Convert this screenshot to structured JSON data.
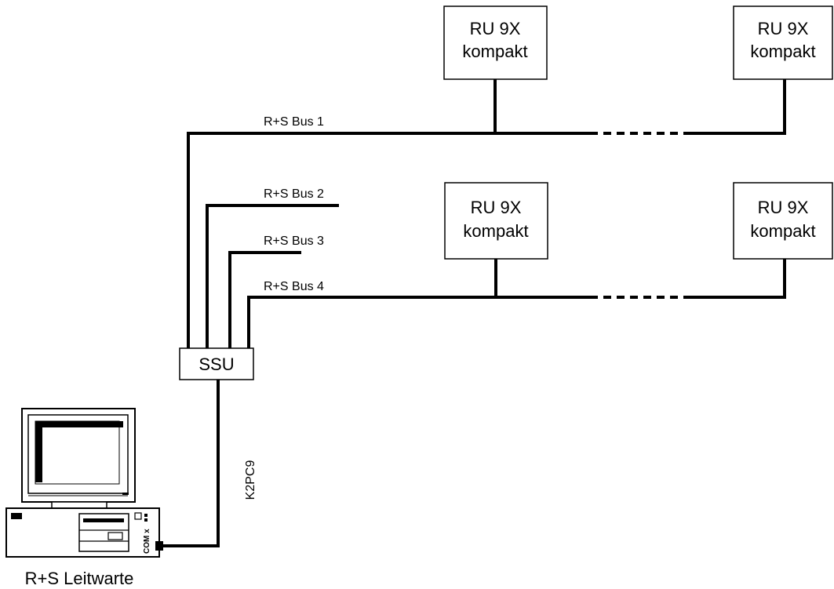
{
  "devices": [
    {
      "line1": "RU 9X",
      "line2": "kompakt"
    },
    {
      "line1": "RU 9X",
      "line2": "kompakt"
    },
    {
      "line1": "RU 9X",
      "line2": "kompakt"
    },
    {
      "line1": "RU 9X",
      "line2": "kompakt"
    }
  ],
  "buses": [
    {
      "label": "R+S Bus 1"
    },
    {
      "label": "R+S Bus 2"
    },
    {
      "label": "R+S Bus 3"
    },
    {
      "label": "R+S Bus 4"
    }
  ],
  "ssu": {
    "label": "SSU"
  },
  "cable": {
    "label": "K2PC9"
  },
  "computer": {
    "label": "R+S Leitwarte",
    "port_label": "COM x"
  }
}
